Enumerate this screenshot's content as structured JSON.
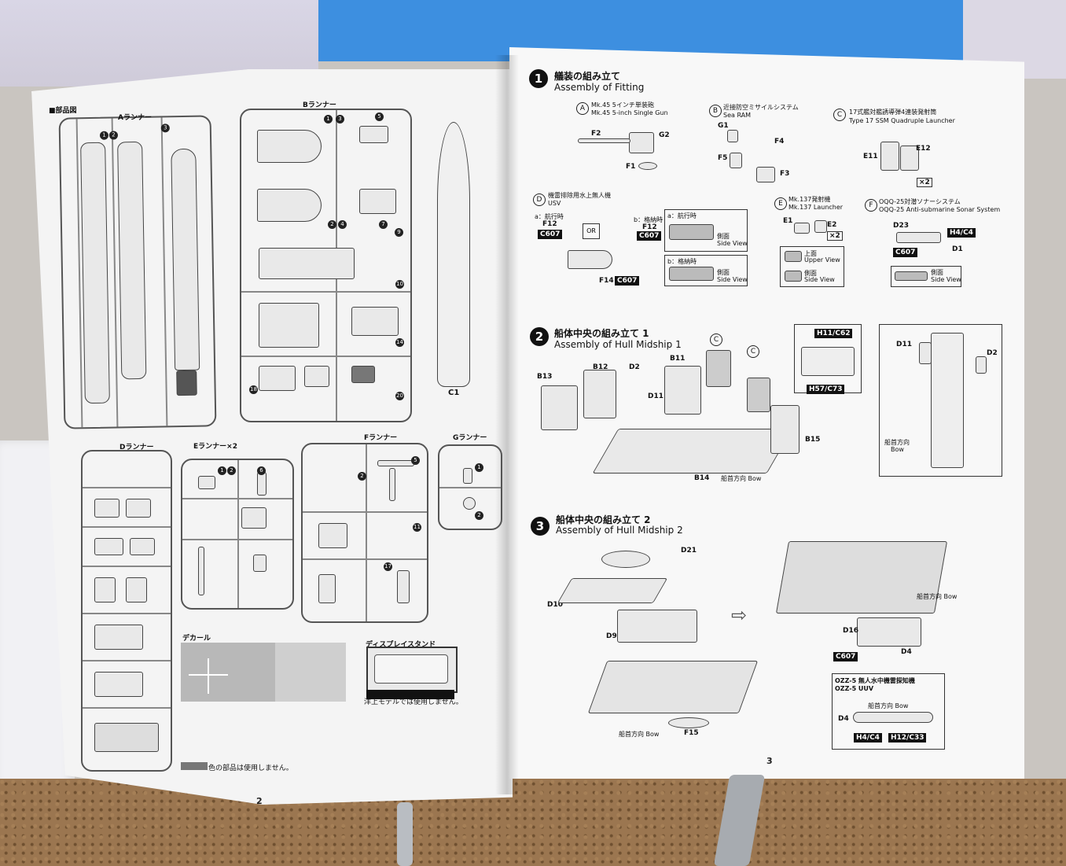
{
  "left_page": {
    "heading": "■部品図",
    "page_number": "2",
    "runners": {
      "a": "Aランナー",
      "b": "Bランナー",
      "d": "Dランナー",
      "e": "Eランナー×2",
      "f": "Fランナー",
      "g": "Gランナー"
    },
    "c1_label": "C1",
    "decal_label": "デカール",
    "display_stand_label": "ディスプレイスタンド",
    "display_stand_note": "洋上モデルでは使用しません。",
    "unused_note": "色の部品は使用しません。"
  },
  "right_page": {
    "page_number": "3",
    "step1": {
      "number": "1",
      "title_jp": "艤装の組み立て",
      "title_en": "Assembly of Fitting",
      "items": [
        {
          "letter": "A",
          "jp": "Mk.45 5インチ単装砲",
          "en": "Mk.45 5-inch Single Gun",
          "parts": [
            "F2",
            "G2",
            "F1"
          ]
        },
        {
          "letter": "B",
          "jp": "近接防空ミサイルシステム",
          "en": "Sea RAM",
          "parts": [
            "G1",
            "F4",
            "F5",
            "F3"
          ]
        },
        {
          "letter": "C",
          "jp": "17式艦対艦誘導弾4連装発射筒",
          "en": "Type 17 SSM Quadruple Launcher",
          "parts": [
            "E11",
            "E12"
          ],
          "qty": "×2"
        },
        {
          "letter": "D",
          "jp": "機雷排除用水上無人機",
          "en": "USV",
          "parts": [
            "F12",
            "F12",
            "F14"
          ],
          "decal": "C607",
          "note_a": "a：航行時",
          "note_b": "b：格納時",
          "view_a": "a：航行時",
          "view_b": "b：格納時",
          "side_jp": "側面",
          "side_en": "Side View",
          "or_label": "OR"
        },
        {
          "letter": "E",
          "jp": "Mk.137発射機",
          "en": "Mk.137 Launcher",
          "parts": [
            "E1",
            "E2"
          ],
          "qty": "×2",
          "upper_jp": "上面",
          "upper_en": "Upper View",
          "side_jp": "側面",
          "side_en": "Side View"
        },
        {
          "letter": "F",
          "jp": "OQQ-25対潜ソナーシステム",
          "en": "OQQ-25 Anti-submarine Sonar System",
          "parts": [
            "D23",
            "H4/C4",
            "D1"
          ],
          "decal": "C607",
          "side_jp": "側面",
          "side_en": "Side View"
        }
      ]
    },
    "step2": {
      "number": "2",
      "title_jp": "船体中央の組み立て 1",
      "title_en": "Assembly of Hull Midship 1",
      "parts": [
        "B13",
        "B12",
        "D2",
        "B11",
        "D11",
        "B15",
        "B14",
        "D11",
        "D2"
      ],
      "callout_top": "H11/C62",
      "callout_bottom": "H57/C73",
      "bow_jp": "船首方向",
      "bow_en": "Bow",
      "c_marker": "C"
    },
    "step3": {
      "number": "3",
      "title_jp": "船体中央の組み立て 2",
      "title_en": "Assembly of Hull Midship 2",
      "parts": [
        "D21",
        "D10",
        "D9",
        "F15",
        "D16",
        "D4"
      ],
      "decal": "C607",
      "bow_jp": "船首方向",
      "bow_en": "Bow",
      "uuv_jp": "OZZ-5 無人水中機雷探知機",
      "uuv_en": "OZZ-5 UUV",
      "uuv_part": "D4",
      "uuv_tags": [
        "H4/C4",
        "H12/C33"
      ]
    }
  }
}
